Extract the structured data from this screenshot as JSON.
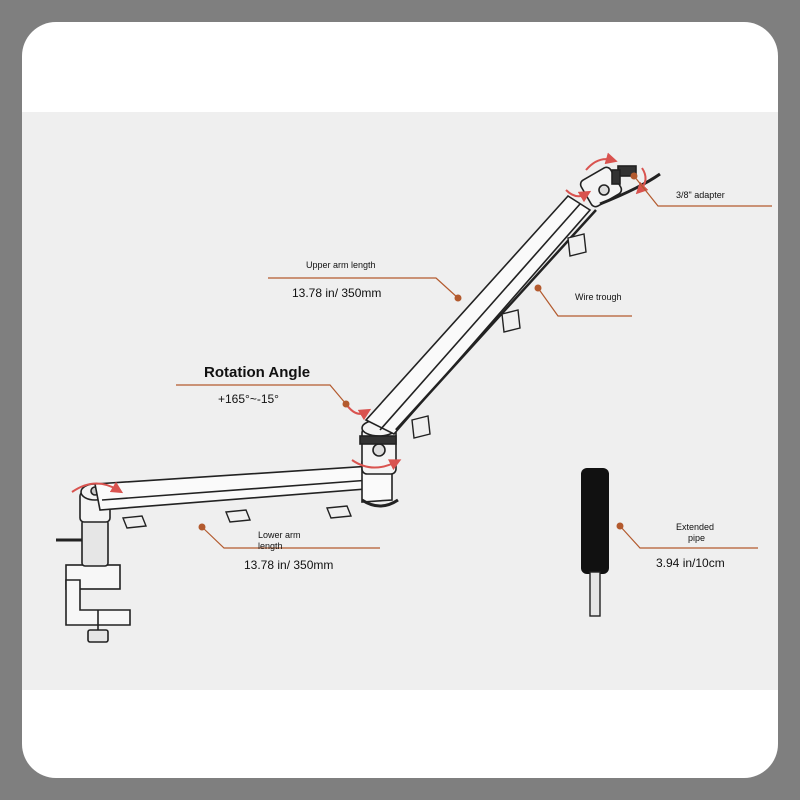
{
  "labels": {
    "adapter": "3/8\" adapter",
    "wire_trough": "Wire trough",
    "upper_arm_title": "Upper arm length",
    "upper_arm_value": "13.78 in/ 350mm",
    "rotation_title": "Rotation Angle",
    "rotation_value": "+165°~-15°",
    "lower_arm_title_1": "Lower arm",
    "lower_arm_title_2": "length",
    "lower_arm_value": "13.78 in/ 350mm",
    "pipe_title_1": "Extended",
    "pipe_title_2": "pipe",
    "pipe_value": "3.94 in/10cm"
  },
  "colors": {
    "frame": "#7f7f7f",
    "panel": "#efefef",
    "leader": "#b35a2e",
    "arrow": "#d9534f",
    "line": "#222222"
  }
}
